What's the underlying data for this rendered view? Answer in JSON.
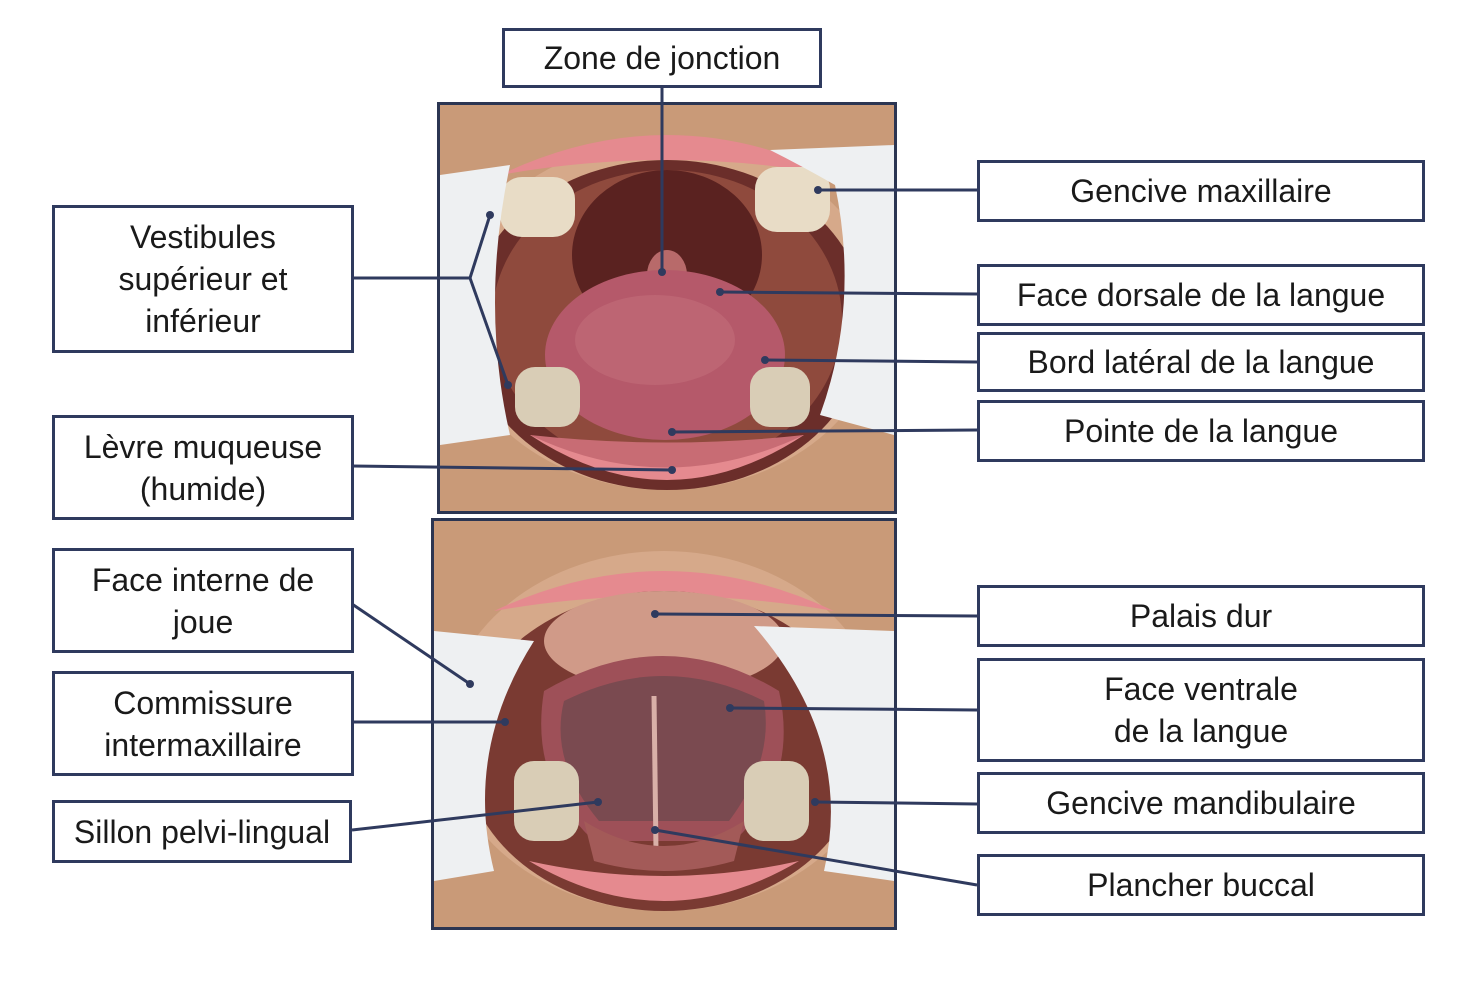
{
  "colors": {
    "box_border": "#2f3a5e",
    "leader_line": "#2f3a5e",
    "skin": "#c99a78",
    "lip": "#e58a8f",
    "mouth_interior": "#6b2e2a",
    "tongue": "#b5596a",
    "retractor": "#eef0f2"
  },
  "labels": {
    "zone_jonction": "Zone de jonction",
    "vestibules": "Vestibules\nsupérieur et\ninférieur",
    "levre": "Lèvre muqueuse\n(humide)",
    "gencive_max": "Gencive maxillaire",
    "face_dorsale": "Face dorsale de la langue",
    "bord_lateral": "Bord latéral de la langue",
    "pointe": "Pointe de la langue",
    "face_interne": "Face interne de\njoue",
    "commissure": "Commissure\nintermaxillaire",
    "sillon": "Sillon pelvi-lingual",
    "palais": "Palais dur",
    "face_ventrale": "Face ventrale\nde la langue",
    "gencive_mand": "Gencive mandibulaire",
    "plancher": "Plancher buccal"
  }
}
